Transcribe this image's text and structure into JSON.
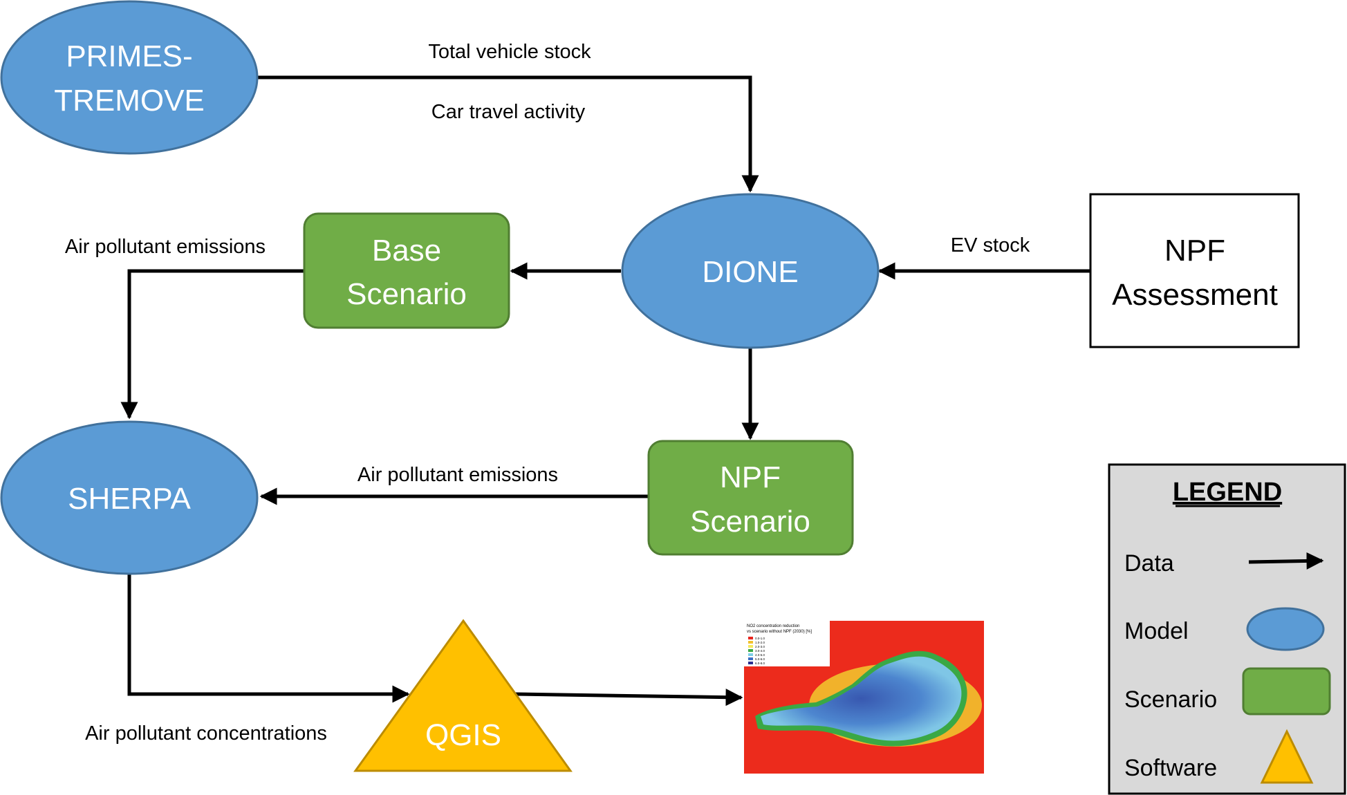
{
  "nodes": {
    "primes": {
      "line1": "PRIMES-",
      "line2": "TREMOVE"
    },
    "dione": {
      "label": "DIONE"
    },
    "base_scenario": {
      "line1": "Base",
      "line2": "Scenario"
    },
    "npf_assessment": {
      "line1": "NPF",
      "line2": "Assessment"
    },
    "sherpa": {
      "label": "SHERPA"
    },
    "npf_scenario": {
      "line1": "NPF",
      "line2": "Scenario"
    },
    "qgis": {
      "label": "QGIS"
    }
  },
  "edges": {
    "primes_dione_top": "Total vehicle stock",
    "primes_dione_bottom": "Car travel activity",
    "npf_dione": "EV stock",
    "base_sherpa": "Air pollutant emissions",
    "npfscen_sherpa": "Air pollutant emissions",
    "sherpa_qgis": "Air pollutant concentrations"
  },
  "map": {
    "title_line1": "NO2 concentration reduction",
    "title_line2": "vs scenario without NPF (2030) [%]",
    "legend": [
      {
        "label": "0.0-1.0",
        "color": "#e8261e"
      },
      {
        "label": "1.0-2.0",
        "color": "#f2c12e"
      },
      {
        "label": "2.0-3.0",
        "color": "#f7e85a"
      },
      {
        "label": "3.0-4.0",
        "color": "#3aa845"
      },
      {
        "label": "4.0-5.0",
        "color": "#7ecfe8"
      },
      {
        "label": "5.0-6.0",
        "color": "#3b6fc4"
      },
      {
        "label": "6.0-8.0",
        "color": "#2b2f8f"
      }
    ]
  },
  "legend": {
    "title": "LEGEND",
    "items": {
      "data": "Data",
      "model": "Model",
      "scenario": "Scenario",
      "software": "Software"
    }
  },
  "colors": {
    "model": "#5b9bd5",
    "model_stroke": "#41719c",
    "scenario": "#70ad47",
    "scenario_stroke": "#507e32",
    "software": "#ffc000",
    "software_stroke": "#bc8c00",
    "legend_bg": "#d9d9d9"
  }
}
